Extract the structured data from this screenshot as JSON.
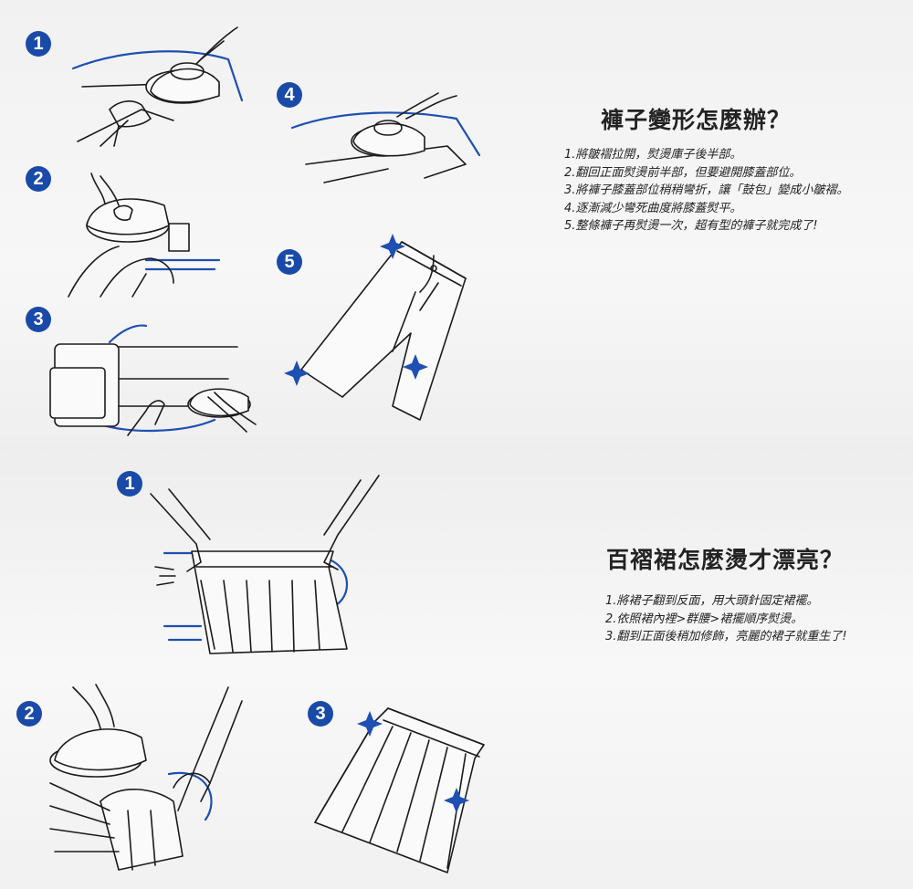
{
  "pants_section": {
    "title": "褲子變形怎麼辦？",
    "steps": [
      "1.將皺褶拉開，熨燙庫子後半部。",
      "2.翻回正面熨燙前半部，但要避開膝蓋部位。",
      "3.將褲子膝蓋部位稍稍彎折，讓「鼓包」變成小皺褶。",
      "4.逐漸減少彎死曲度將膝蓋熨平。",
      "5.整條褲子再熨燙一次，超有型的褲子就完成了!"
    ],
    "badges": [
      "1",
      "2",
      "3",
      "4",
      "5"
    ]
  },
  "skirt_section": {
    "title": "百褶裙怎麼燙才漂亮？",
    "steps": [
      "1.將裙子翻到反面，用大頭針固定裙襬。",
      "2.依照裙內裡>群腰>裙擺順序熨燙。",
      "3.翻到正面後稍加修飾，亮麗的裙子就重生了!"
    ],
    "badges": [
      "1",
      "2",
      "3"
    ]
  },
  "colors": {
    "accent": "#1a4aa8",
    "line": "#1b1b1b"
  }
}
